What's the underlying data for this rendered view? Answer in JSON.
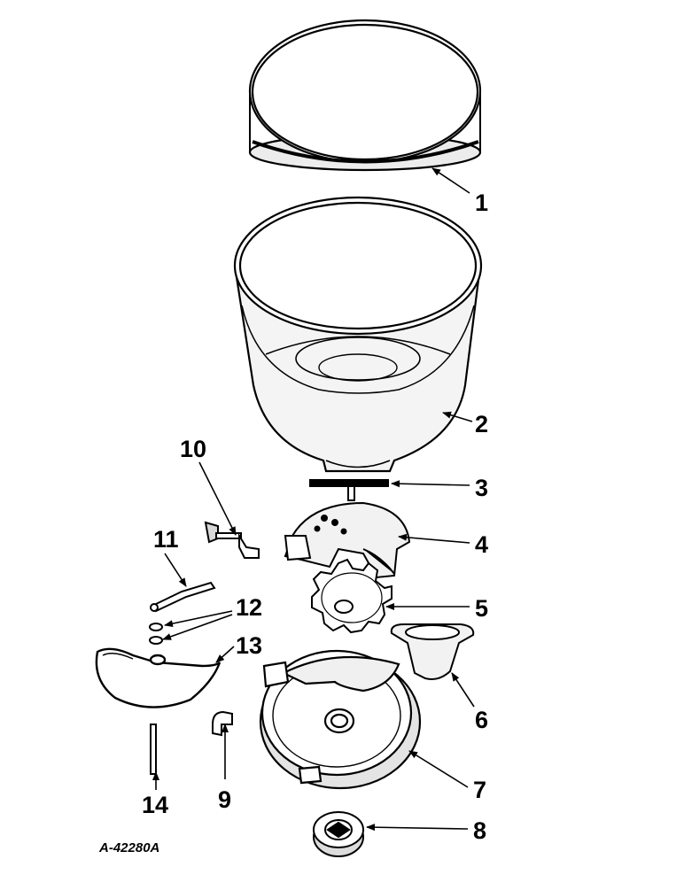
{
  "diagram": {
    "callouts": [
      {
        "id": "1",
        "label": "1"
      },
      {
        "id": "2",
        "label": "2"
      },
      {
        "id": "3",
        "label": "3"
      },
      {
        "id": "4",
        "label": "4"
      },
      {
        "id": "5",
        "label": "5"
      },
      {
        "id": "6",
        "label": "6"
      },
      {
        "id": "7",
        "label": "7"
      },
      {
        "id": "8",
        "label": "8"
      },
      {
        "id": "9",
        "label": "9"
      },
      {
        "id": "10",
        "label": "10"
      },
      {
        "id": "11",
        "label": "11"
      },
      {
        "id": "12",
        "label": "12"
      },
      {
        "id": "13",
        "label": "13"
      },
      {
        "id": "14",
        "label": "14"
      }
    ],
    "drawing_code": "A-42280A"
  },
  "colors": {
    "line": "#000000",
    "background": "#ffffff",
    "shade": "#e8e8e8"
  }
}
